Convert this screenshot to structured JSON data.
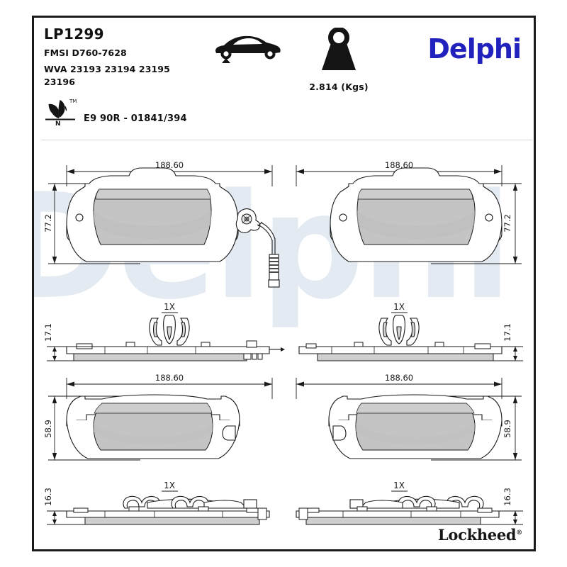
{
  "product": {
    "part_number": "LP1299",
    "fmsi": "FMSI D760-7628",
    "wva_line1": "WVA 23193 23194 23195",
    "wva_line2": "23196",
    "ece_approval": "E9 90R - 01841/394",
    "weight": "2.814 (Kgs)",
    "axle_icon": "car-front-axle-icon",
    "weight_icon": "weight-kettlebell-icon",
    "eco_icon": "leaf-eco-icon",
    "eco_mark_letter": "N",
    "eco_trademark": "™"
  },
  "brand": {
    "primary": "Delphi",
    "primary_color": "#2121BD",
    "secondary": "Lockheed",
    "secondary_registered": "®",
    "watermark": "Delphi"
  },
  "chart_data": {
    "type": "table",
    "title": "Brake pad set technical drawing",
    "views": [
      {
        "id": "top-left-face",
        "label": "Pad face view with wear sensor",
        "position": "top-left",
        "width_mm": "188.60",
        "height_mm": "77.2",
        "has_wear_sensor": true,
        "mirrored": false
      },
      {
        "id": "top-right-face",
        "label": "Pad face view",
        "position": "top-right",
        "width_mm": "188.60",
        "height_mm": "77.2",
        "has_wear_sensor": false,
        "mirrored": true
      },
      {
        "id": "top-left-side",
        "label": "Pad side view with clip",
        "position": "mid-left",
        "thickness_mm": "17.1",
        "clip_qty": "1X"
      },
      {
        "id": "top-right-side",
        "label": "Pad side view with clip",
        "position": "mid-right",
        "thickness_mm": "17.1",
        "clip_qty": "1X"
      },
      {
        "id": "bottom-left-face",
        "label": "Pad face view",
        "position": "bottom-left",
        "width_mm": "188.60",
        "height_mm": "58.9",
        "has_wear_sensor": false,
        "mirrored": false
      },
      {
        "id": "bottom-right-face",
        "label": "Pad face view",
        "position": "bottom-right",
        "width_mm": "188.60",
        "height_mm": "58.9",
        "has_wear_sensor": false,
        "mirrored": true
      },
      {
        "id": "bottom-left-side",
        "label": "Pad side view with clip",
        "position": "low-left",
        "thickness_mm": "16.3",
        "clip_qty": "1X"
      },
      {
        "id": "bottom-right-side",
        "label": "Pad side view with clip",
        "position": "low-right",
        "thickness_mm": "16.3",
        "clip_qty": "1X"
      }
    ],
    "dimensions": {
      "width_top": "188.60",
      "height_top": "77.2",
      "thickness_top": "17.1",
      "width_bottom": "188.60",
      "height_bottom": "58.9",
      "thickness_bottom": "16.3",
      "clip_quantity": "1X"
    },
    "colors": {
      "friction_material": "#c4c4c4",
      "backing_plate": "#ffffff",
      "line": "#1a1a1a",
      "shim": "#cfcfcf"
    }
  }
}
